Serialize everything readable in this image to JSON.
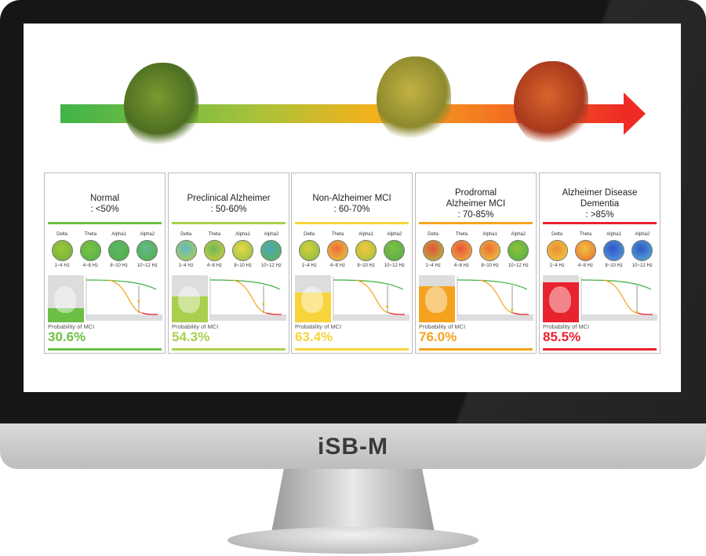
{
  "brand": "iSB-M",
  "colors": {
    "arrow_start": "#3fb449",
    "arrow_end": "#ee2b24"
  },
  "bands": [
    {
      "name": "Delta",
      "hz": "1~4 Hz"
    },
    {
      "name": "Theta",
      "hz": "4~8 Hz"
    },
    {
      "name": "Alpha1",
      "hz": "8~10 Hz"
    },
    {
      "name": "Alpha2",
      "hz": "10~12 Hz"
    }
  ],
  "probability_label": "Probability of MCI",
  "cards": [
    {
      "title": [
        "Normal",
        ": <50%"
      ],
      "value": "30.6%",
      "fraction": 0.306,
      "color": "#6cbf45",
      "topo": [
        [
          "#9cc43a",
          "#6fb33b"
        ],
        [
          "#7cc13f",
          "#52b04a"
        ],
        [
          "#5db66a",
          "#4fae3f"
        ],
        [
          "#62b98a",
          "#53af45"
        ]
      ]
    },
    {
      "title": [
        "Preclinical Alzheimer",
        ": 50-60%"
      ],
      "value": "54.3%",
      "fraction": 0.543,
      "color": "#a9d04c",
      "topo": [
        [
          "#5fb8c8",
          "#b9cf3d"
        ],
        [
          "#6fb75c",
          "#d6cf3a"
        ],
        [
          "#e9d84a",
          "#8dc040"
        ],
        [
          "#4ea7b8",
          "#5fb54a"
        ]
      ]
    },
    {
      "title": [
        "Non-Alzheimer MCI",
        ": 60-70%"
      ],
      "value": "63.4%",
      "fraction": 0.634,
      "color": "#f7d43c",
      "topo": [
        [
          "#d8d03c",
          "#7dbb3f"
        ],
        [
          "#ee6b3a",
          "#e4d13c"
        ],
        [
          "#f3c73e",
          "#9ec33e"
        ],
        [
          "#7fbf46",
          "#51ae46"
        ]
      ]
    },
    {
      "title": [
        "Prodromal",
        "Alzheimer MCI",
        ": 70-85%"
      ],
      "value": "76.0%",
      "fraction": 0.76,
      "color": "#f5a31e",
      "topo": [
        [
          "#e8503a",
          "#a8c83c"
        ],
        [
          "#e8543a",
          "#f0b83c"
        ],
        [
          "#ee6d38",
          "#e9d03e"
        ],
        [
          "#8cc23c",
          "#4fae45"
        ]
      ]
    },
    {
      "title": [
        "Alzheimer Disease",
        "Dementia",
        ": >85%"
      ],
      "value": "85.5%",
      "fraction": 0.855,
      "color": "#e8222e",
      "topo": [
        [
          "#ee8a38",
          "#ecd23c"
        ],
        [
          "#f0c23c",
          "#e86a34"
        ],
        [
          "#3453c8",
          "#54a6e0"
        ],
        [
          "#3255c3",
          "#55b5d8"
        ]
      ]
    }
  ]
}
